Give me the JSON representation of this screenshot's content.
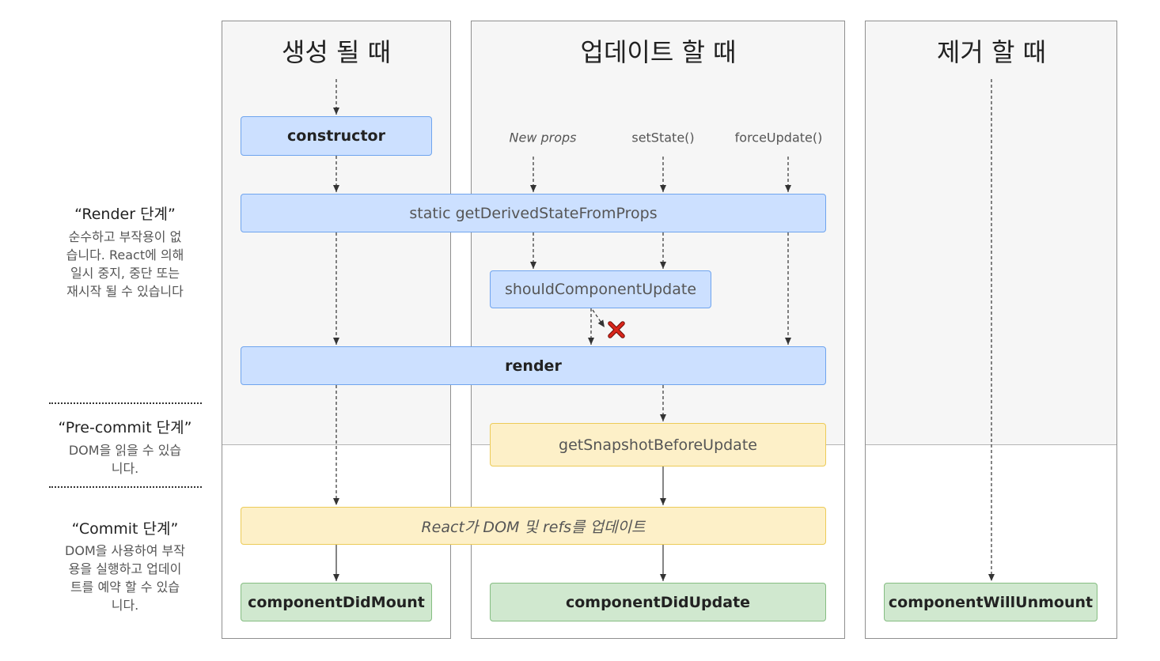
{
  "columns": {
    "mount": {
      "title": "생성 될 때"
    },
    "update": {
      "title": "업데이트 할 때"
    },
    "unmount": {
      "title": "제거 할 때"
    }
  },
  "triggers": {
    "new_props": "New props",
    "set_state": "setState()",
    "force_update": "forceUpdate()"
  },
  "boxes": {
    "constructor": "constructor",
    "get_derived": "static getDerivedStateFromProps",
    "should_update": "shouldComponentUpdate",
    "render": "render",
    "snapshot": "getSnapshotBeforeUpdate",
    "react_updates": "React가 DOM 및 refs를 업데이트",
    "did_mount": "componentDidMount",
    "did_update": "componentDidUpdate",
    "will_unmount": "componentWillUnmount"
  },
  "phases": {
    "render": {
      "title": "“Render 단계”",
      "lines": [
        "순수하고 부작용이 없",
        "습니다. React에 의해",
        "일시 중지, 중단 또는",
        "재시작 될 수 있습니다"
      ]
    },
    "precommit": {
      "title": "“Pre-commit 단계”",
      "lines": [
        "DOM을 읽을 수 있습",
        "니다."
      ]
    },
    "commit": {
      "title": "“Commit 단계”",
      "lines": [
        "DOM을 사용하여 부작",
        "용을 실행하고 업데이",
        "트를 예약 할 수 있습",
        "니다."
      ]
    }
  },
  "colors": {
    "blue_fill": "#cce0ff",
    "blue_border": "#6fa4ee",
    "yellow_fill": "#fdf0c8",
    "yellow_border": "#eccb58",
    "green_fill": "#d0e8cf",
    "green_border": "#85bd82",
    "cross": "#d9261c"
  }
}
